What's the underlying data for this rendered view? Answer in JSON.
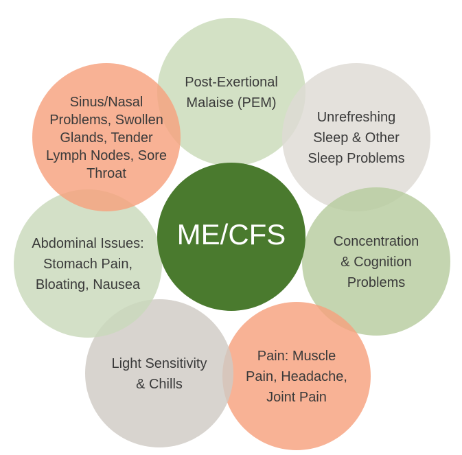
{
  "center": {
    "label": "ME/CFS",
    "color": "#4a7a2e"
  },
  "petals": [
    {
      "id": "pem",
      "lines": [
        "Post-Exertional",
        "Malaise (PEM)"
      ],
      "color": "#c9dbb8"
    },
    {
      "id": "sleep",
      "lines": [
        "Unrefreshing",
        "Sleep & Other",
        "Sleep Problems"
      ],
      "color": "#dedad4"
    },
    {
      "id": "cognition",
      "lines": [
        "Concentration",
        "& Cognition",
        "Problems"
      ],
      "color": "#b7cc9f"
    },
    {
      "id": "pain",
      "lines": [
        "Pain: Muscle",
        "Pain, Headache,",
        "Joint Pain"
      ],
      "color": "#f6a17e"
    },
    {
      "id": "light",
      "lines": [
        "Light Sensitivity",
        "& Chills"
      ],
      "color": "#cfcbc4"
    },
    {
      "id": "abdominal",
      "lines": [
        "Abdominal Issues:",
        "Stomach Pain,",
        "Bloating, Nausea"
      ],
      "color": "#c9d9bb"
    },
    {
      "id": "sinus",
      "lines": [
        "Sinus/Nasal",
        "Problems, Swollen",
        "Glands, Tender",
        "Lymph Nodes, Sore",
        "Throat"
      ],
      "color": "#f6a17e"
    }
  ]
}
